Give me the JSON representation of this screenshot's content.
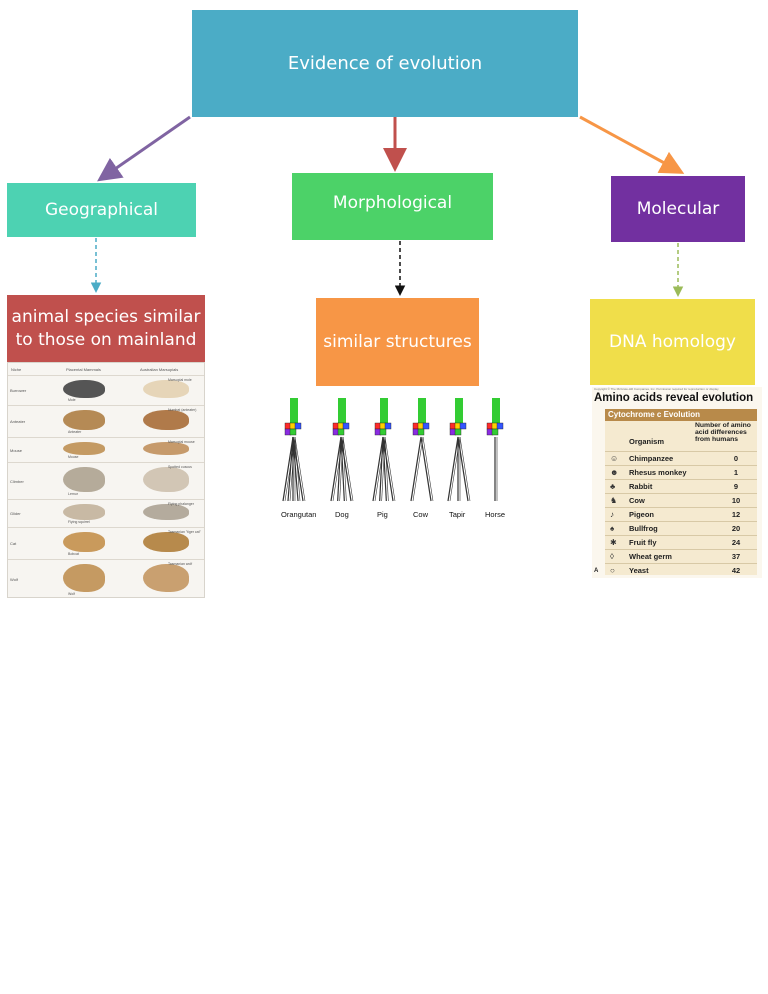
{
  "colors": {
    "root": "#4BACC6",
    "geographical": "#4DD2B2",
    "morphological": "#4CD268",
    "molecular": "#7230A0",
    "animal": "#C0504D",
    "structures": "#F79646",
    "dna": "#F0DE4A",
    "arrow_geo": "#8064A2",
    "arrow_morph": "#C0504D",
    "arrow_mol": "#F79646"
  },
  "root": {
    "label": "Evidence of evolution"
  },
  "branches": [
    {
      "id": "geo",
      "label": "Geographical",
      "leaf": "animal species similar to those on mainland"
    },
    {
      "id": "morph",
      "label": "Morphological",
      "leaf": "similar structures"
    },
    {
      "id": "mol",
      "label": "Molecular",
      "leaf": "DNA homology"
    }
  ],
  "marsupial_figure": {
    "headers": [
      "Niche",
      "Placental Mammals",
      "Australian Marsupials"
    ],
    "rows": [
      {
        "niche": "Burrower",
        "placental": "Mole",
        "marsupial": "Marsupial mole"
      },
      {
        "niche": "Anteater",
        "placental": "Anteater",
        "marsupial": "Numbat (anteater)"
      },
      {
        "niche": "Mouse",
        "placental": "Mouse",
        "marsupial": "Marsupial mouse"
      },
      {
        "niche": "Climber",
        "placental": "Lemur",
        "marsupial": "Spotted cuscus"
      },
      {
        "niche": "Glider",
        "placental": "Flying squirrel",
        "marsupial": "Flying phalanger"
      },
      {
        "niche": "Cat",
        "placental": "Bobcat",
        "marsupial": "Tasmanian \"tiger cat\""
      },
      {
        "niche": "Wolf",
        "placental": "Wolf",
        "marsupial": "Tasmanian wolf"
      }
    ]
  },
  "limb_figure": {
    "labels": [
      "Orangutan",
      "Dog",
      "Pig",
      "Cow",
      "Tapir",
      "Horse"
    ]
  },
  "amino_figure": {
    "copyright": "Copyright © The McGraw-Hill Companies, Inc. Permission required for reproduction or display.",
    "title": "Amino acids reveal evolution",
    "table_title": "Cytochrome c Evolution",
    "col_organism": "Organism",
    "col_diff": "Number of amino acid differences from humans",
    "rows": [
      {
        "organism": "Chimpanzee",
        "diff": "0",
        "icon": "chimp-icon"
      },
      {
        "organism": "Rhesus monkey",
        "diff": "1",
        "icon": "monkey-icon"
      },
      {
        "organism": "Rabbit",
        "diff": "9",
        "icon": "rabbit-icon"
      },
      {
        "organism": "Cow",
        "diff": "10",
        "icon": "cow-icon"
      },
      {
        "organism": "Pigeon",
        "diff": "12",
        "icon": "pigeon-icon"
      },
      {
        "organism": "Bullfrog",
        "diff": "20",
        "icon": "frog-icon"
      },
      {
        "organism": "Fruit fly",
        "diff": "24",
        "icon": "fly-icon"
      },
      {
        "organism": "Wheat germ",
        "diff": "37",
        "icon": "wheat-icon"
      },
      {
        "organism": "Yeast",
        "diff": "42",
        "icon": "yeast-icon"
      }
    ],
    "fig_letter": "A"
  }
}
